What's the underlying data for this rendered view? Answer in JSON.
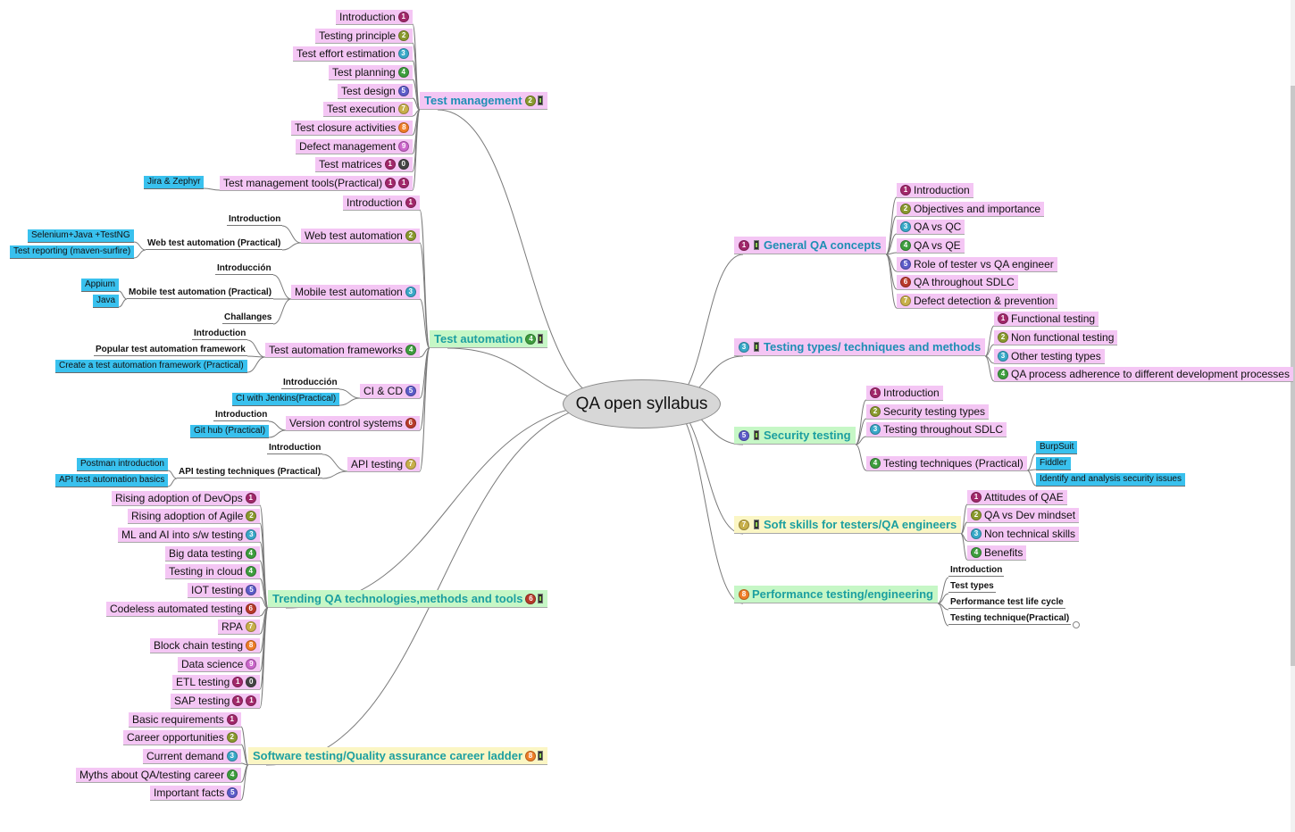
{
  "root": "QA open syllabus",
  "colors": {
    "badge_1": "#a2286b",
    "badge_2": "#8a9a2e",
    "badge_3": "#39a9c9",
    "badge_4": "#3e9e3e",
    "badge_5": "#5c5cc9",
    "badge_6": "#b93a2a",
    "badge_7": "#c8b04a",
    "badge_8": "#f07e28",
    "badge_9": "#cc66cc",
    "badge_0": "#444444",
    "pink": "#f4c6f4",
    "green": "#c6f7c6",
    "yellow": "#fbf6c4",
    "blue": "#39c1ee"
  },
  "left_topics": [
    {
      "id": "tm",
      "label": "Test management",
      "badges": [
        "2"
      ],
      "flag": true,
      "style": "pink",
      "children": [
        {
          "label": "Introduction",
          "badges": [
            "1"
          ]
        },
        {
          "label": "Testing principle",
          "badges": [
            "2"
          ]
        },
        {
          "label": "Test effort estimation",
          "badges": [
            "3"
          ]
        },
        {
          "label": "Test planning",
          "badges": [
            "4"
          ]
        },
        {
          "label": "Test design",
          "badges": [
            "5"
          ]
        },
        {
          "label": "Test execution",
          "badges": [
            "7"
          ]
        },
        {
          "label": "Test closure activities",
          "badges": [
            "8"
          ]
        },
        {
          "label": "Defect management",
          "badges": [
            "9"
          ]
        },
        {
          "label": "Test matrices",
          "badges": [
            "1",
            "0"
          ]
        },
        {
          "label": "Test management tools(Practical)",
          "badges": [
            "1",
            "1"
          ],
          "subs": [
            {
              "label": "Jira & Zephyr",
              "style": "blue"
            }
          ]
        }
      ]
    },
    {
      "id": "ta",
      "label": "Test automation",
      "badges": [
        "4"
      ],
      "flag": true,
      "style": "green",
      "children": [
        {
          "label": "Introduction",
          "badges": [
            "1"
          ]
        },
        {
          "label": "Web test automation",
          "badges": [
            "2"
          ],
          "subs": [
            {
              "label": "Introduction",
              "style": "text"
            },
            {
              "label": "Web test automation (Practical)",
              "style": "text",
              "subs": [
                {
                  "label": "Selenium+Java +TestNG",
                  "style": "blue"
                },
                {
                  "label": "Test reporting (maven-surfire)",
                  "style": "blue"
                }
              ]
            }
          ]
        },
        {
          "label": "Mobile test automation",
          "badges": [
            "3"
          ],
          "subs": [
            {
              "label": "Introducción",
              "style": "text"
            },
            {
              "label": "Mobile test automation (Practical)",
              "style": "text",
              "subs": [
                {
                  "label": "Appium",
                  "style": "blue"
                },
                {
                  "label": "Java",
                  "style": "blue"
                }
              ]
            },
            {
              "label": "Challanges",
              "style": "text"
            }
          ]
        },
        {
          "label": "Test automation frameworks",
          "badges": [
            "4"
          ],
          "subs": [
            {
              "label": "Introduction",
              "style": "text"
            },
            {
              "label": "Popular test automation framework",
              "style": "text"
            },
            {
              "label": "Create a test  automation framework (Practical)",
              "style": "blue"
            }
          ]
        },
        {
          "label": "CI & CD",
          "badges": [
            "5"
          ],
          "subs": [
            {
              "label": "Introducción",
              "style": "text"
            },
            {
              "label": "CI with Jenkins(Practical)",
              "style": "blue"
            }
          ]
        },
        {
          "label": "Version control systems",
          "badges": [
            "6"
          ],
          "subs": [
            {
              "label": "Introduction",
              "style": "text"
            },
            {
              "label": "Git hub (Practical)",
              "style": "blue"
            }
          ]
        },
        {
          "label": "API testing",
          "badges": [
            "7"
          ],
          "subs": [
            {
              "label": "Introduction",
              "style": "text"
            },
            {
              "label": "API testing techniques (Practical)",
              "style": "text",
              "subs": [
                {
                  "label": "Postman introduction",
                  "style": "blue"
                },
                {
                  "label": "API test automation basics",
                  "style": "blue"
                }
              ]
            }
          ]
        }
      ]
    },
    {
      "id": "tr",
      "label": "Trending QA technologies,methods and tools",
      "badges": [
        "6"
      ],
      "flag": true,
      "style": "green",
      "children": [
        {
          "label": "Rising adoption  of DevOps",
          "badges": [
            "1"
          ]
        },
        {
          "label": "Rising adoption of Agile",
          "badges": [
            "2"
          ]
        },
        {
          "label": "ML and AI into s/w testing",
          "badges": [
            "3"
          ]
        },
        {
          "label": "Big data testing",
          "badges": [
            "4"
          ]
        },
        {
          "label": "Testing in cloud",
          "badges": [
            "4"
          ]
        },
        {
          "label": "IOT testing",
          "badges": [
            "5"
          ]
        },
        {
          "label": "Codeless automated testing",
          "badges": [
            "6"
          ]
        },
        {
          "label": "RPA",
          "badges": [
            "7"
          ]
        },
        {
          "label": "Block chain testing",
          "badges": [
            "8"
          ]
        },
        {
          "label": "Data science",
          "badges": [
            "9"
          ]
        },
        {
          "label": "ETL testing",
          "badges": [
            "1",
            "0"
          ]
        },
        {
          "label": "SAP testing",
          "badges": [
            "1",
            "1"
          ]
        }
      ]
    },
    {
      "id": "cl",
      "label": "Software testing/Quality assurance career ladder",
      "badges": [
        "8"
      ],
      "flag": true,
      "style": "yellow",
      "children": [
        {
          "label": "Basic requirements",
          "badges": [
            "1"
          ]
        },
        {
          "label": "Career opportunities",
          "badges": [
            "2"
          ]
        },
        {
          "label": "Current demand",
          "badges": [
            "3"
          ]
        },
        {
          "label": "Myths about QA/testing career",
          "badges": [
            "4"
          ]
        },
        {
          "label": "Important facts",
          "badges": [
            "5"
          ]
        }
      ]
    }
  ],
  "right_topics": [
    {
      "id": "gq",
      "label": "General QA concepts",
      "badges": [
        "1"
      ],
      "flag": true,
      "style": "pink",
      "children": [
        {
          "label": "Introduction",
          "badges": [
            "1"
          ]
        },
        {
          "label": "Objectives and importance",
          "badges": [
            "2"
          ]
        },
        {
          "label": "QA vs QC",
          "badges": [
            "3"
          ]
        },
        {
          "label": "QA vs QE",
          "badges": [
            "4"
          ]
        },
        {
          "label": "Role of tester vs QA engineer",
          "badges": [
            "5"
          ]
        },
        {
          "label": "QA throughout SDLC",
          "badges": [
            "6"
          ]
        },
        {
          "label": "Defect detection & prevention",
          "badges": [
            "7"
          ]
        }
      ]
    },
    {
      "id": "tt",
      "label": "Testing types/ techniques and methods",
      "badges": [
        "3"
      ],
      "flag": true,
      "style": "pink",
      "children": [
        {
          "label": "Functional testing",
          "badges": [
            "1"
          ]
        },
        {
          "label": "Non functional testing",
          "badges": [
            "2"
          ]
        },
        {
          "label": "Other testing types",
          "badges": [
            "3"
          ]
        },
        {
          "label": "QA process adherence to different development processes",
          "badges": [
            "4"
          ]
        }
      ]
    },
    {
      "id": "st",
      "label": "Security testing",
      "badges": [
        "5"
      ],
      "flag": true,
      "style": "green",
      "children": [
        {
          "label": "Introduction",
          "badges": [
            "1"
          ]
        },
        {
          "label": "Security testing types",
          "badges": [
            "2"
          ]
        },
        {
          "label": "Testing throughout SDLC",
          "badges": [
            "3"
          ]
        },
        {
          "label": "Testing techniques (Practical)",
          "badges": [
            "4"
          ],
          "subs": [
            {
              "label": "BurpSuit",
              "style": "blue"
            },
            {
              "label": "Fiddler",
              "style": "blue"
            },
            {
              "label": "Identify and analysis security issues",
              "style": "blue"
            }
          ]
        }
      ]
    },
    {
      "id": "ss",
      "label": "Soft skills for testers/QA engineers",
      "badges": [
        "7"
      ],
      "flag": true,
      "style": "yellow",
      "children": [
        {
          "label": "Attitudes of QAE",
          "badges": [
            "1"
          ]
        },
        {
          "label": "QA vs Dev mindset",
          "badges": [
            "2"
          ]
        },
        {
          "label": "Non technical skills",
          "badges": [
            "3"
          ]
        },
        {
          "label": "Benefits",
          "badges": [
            "4"
          ]
        }
      ]
    },
    {
      "id": "pt",
      "label": "Performance testing/engineering",
      "badges": [
        "8"
      ],
      "flag": false,
      "style": "green",
      "children": [
        {
          "label": "Introduction",
          "style": "text"
        },
        {
          "label": "Test types",
          "style": "text"
        },
        {
          "label": "Performance test life cycle",
          "style": "text"
        },
        {
          "label": "Testing technique(Practical)",
          "style": "text"
        }
      ]
    }
  ]
}
